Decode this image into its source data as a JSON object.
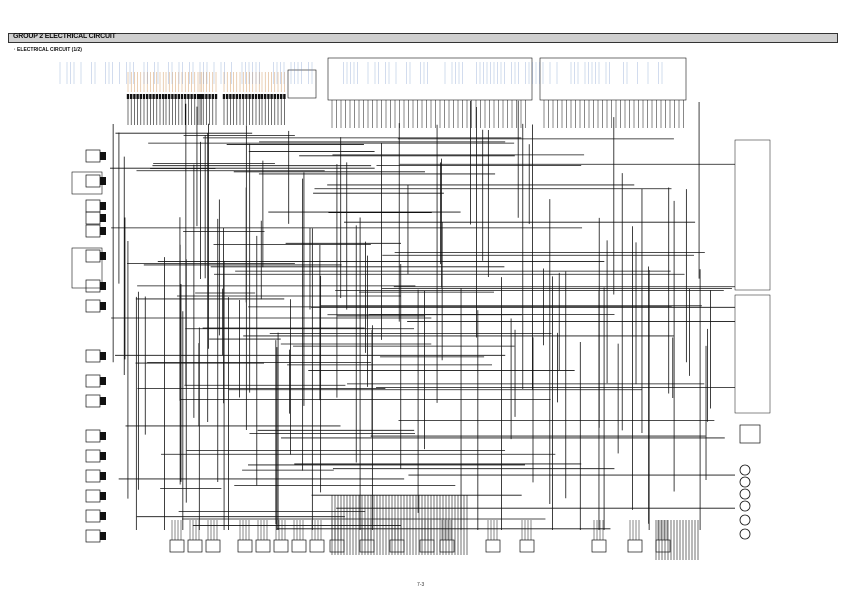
{
  "header": {
    "title": "GROUP 2  ELECTRICAL CIRCUIT"
  },
  "section": {
    "subtitle": "· ELECTRICAL CIRCUIT (1/2)"
  },
  "footer": {
    "page_number": "7-3"
  },
  "colors": {
    "wire": "#111111",
    "header_bg": "#cfcfcf"
  }
}
